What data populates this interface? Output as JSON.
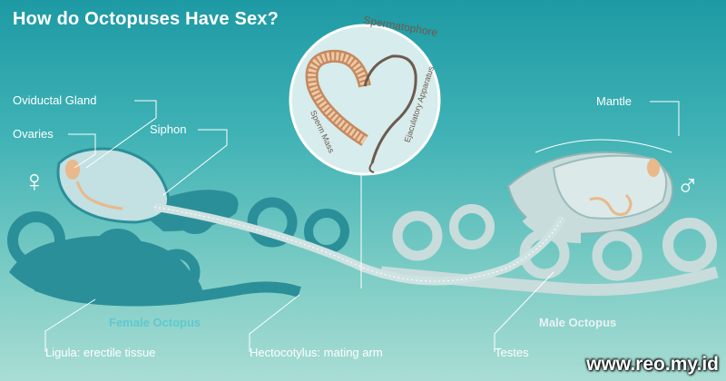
{
  "title": "How do Octopuses Have Sex?",
  "symbols": {
    "female": "♀",
    "male": "♂"
  },
  "labels": {
    "oviductal_gland": "Oviductal Gland",
    "ovaries": "Ovaries",
    "siphon": "Siphon",
    "mantle": "Mantle",
    "ligula": "Ligula: erectile tissue",
    "hectocotylus": "Hectocotylus: mating arm",
    "testes": "Testes"
  },
  "inset": {
    "spermatophore": "Spermatophore",
    "sperm_mass": "Sperm Mass",
    "ejaculatory_apparatus": "Ejaculatory Apparatus"
  },
  "captions": {
    "female": "Female Octopus",
    "male": "Male Octopus"
  },
  "watermark": "www.reo.my.id",
  "colors": {
    "female_body": "#2b8f99",
    "male_body": "#c8dcdc",
    "accent_line": "#ffffff",
    "ovary": "#e9b98b",
    "female_caption": "#5ec9cf",
    "male_caption": "#e8f2f2"
  }
}
